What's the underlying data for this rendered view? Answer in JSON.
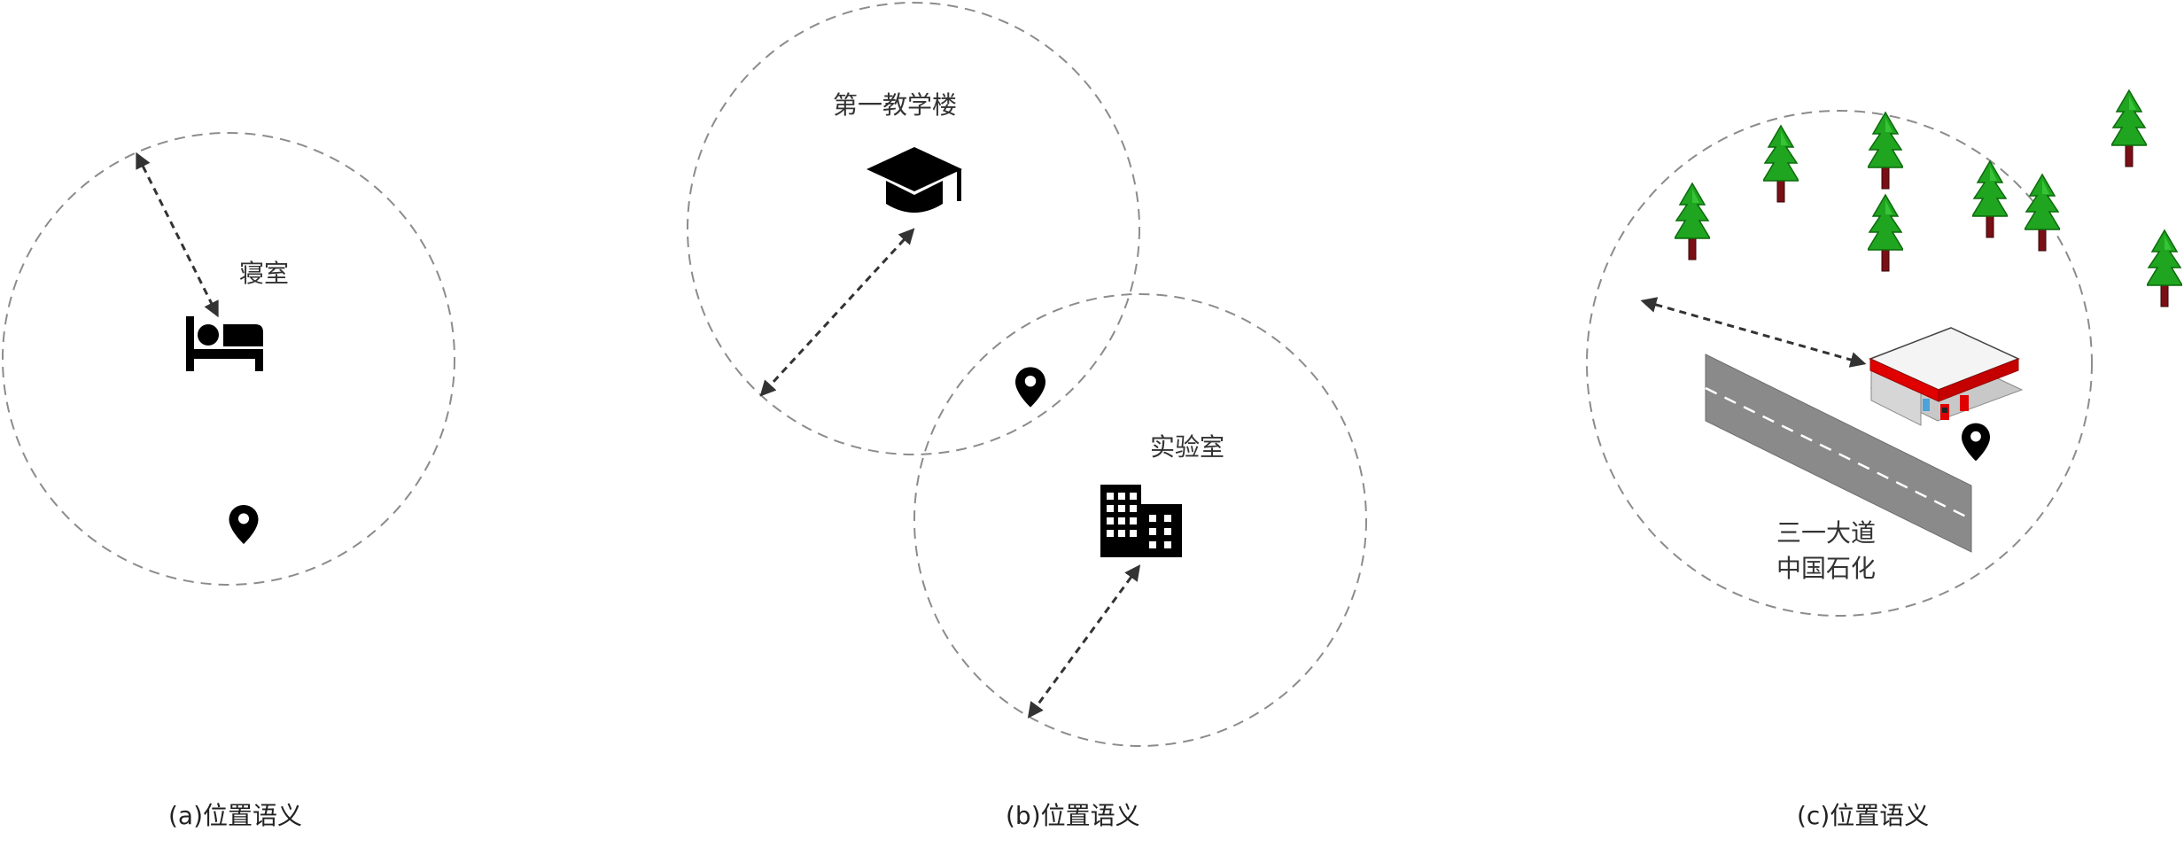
{
  "panels": [
    {
      "caption": "(a)位置语义",
      "places": [
        "寝室"
      ]
    },
    {
      "caption": "(b)位置语义",
      "places": [
        "第一教学楼",
        "实验室"
      ]
    },
    {
      "caption": "(c)位置语义",
      "places": [
        "三一大道",
        "中国石化"
      ]
    }
  ],
  "icons": {
    "a": [
      "bed-icon",
      "map-pin-icon"
    ],
    "b": [
      "graduation-cap-icon",
      "building-icon",
      "map-pin-icon"
    ],
    "c": [
      "pine-tree-icon",
      "gas-station-icon",
      "road-icon",
      "map-pin-icon"
    ]
  },
  "colors": {
    "ring": "#8c8c8c",
    "arrow": "#333333",
    "icon": "#000000",
    "tree_green": "#1fa51f",
    "tree_trunk": "#7a0f16",
    "station_red": "#e00000",
    "road": "#8a8a8a"
  }
}
